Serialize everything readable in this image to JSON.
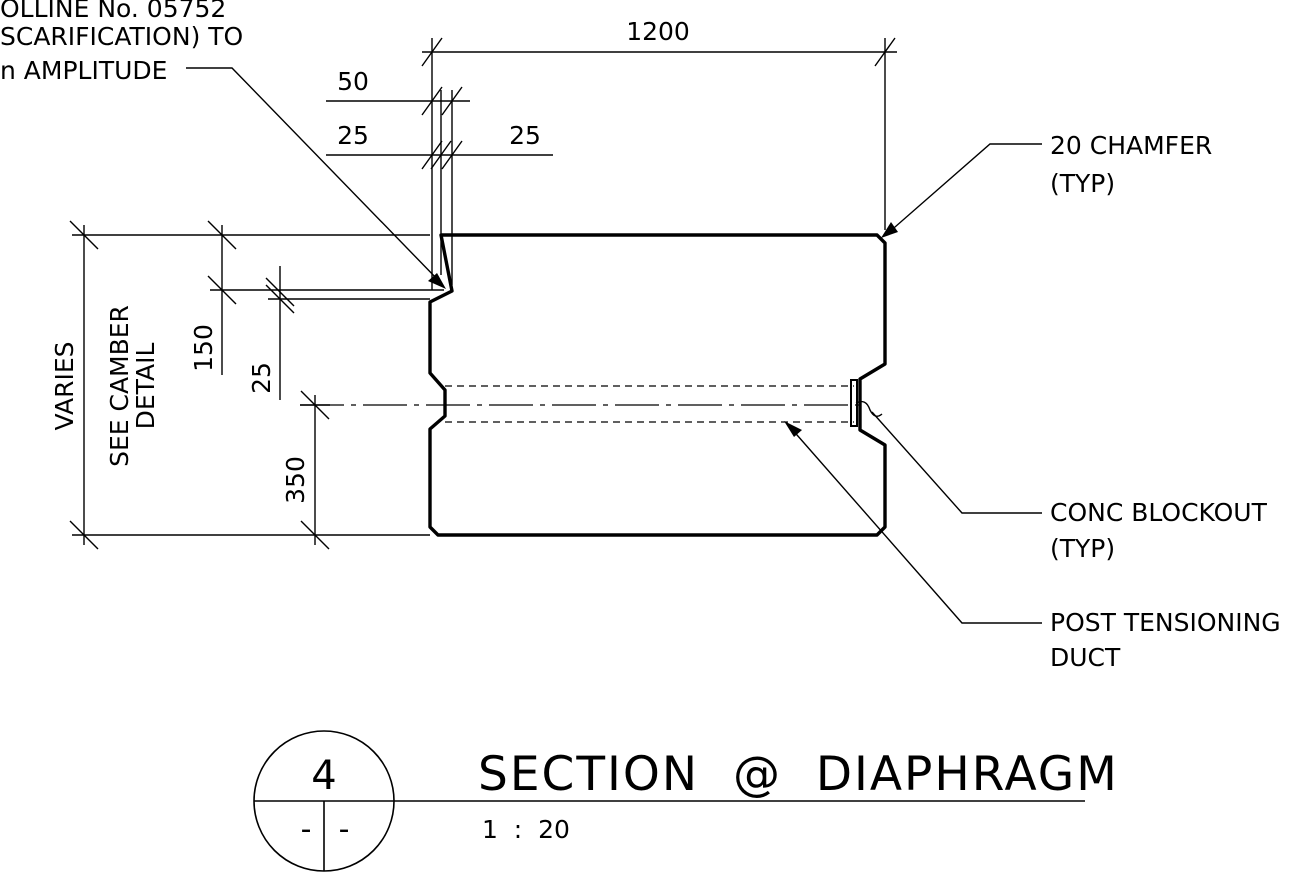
{
  "notes": {
    "top_left_line1": "OLLINE No. 05752",
    "top_left_line2": "SCARIFICATION) TO",
    "top_left_line3": "n AMPLITUDE",
    "chamfer_line1": "20  CHAMFER",
    "chamfer_line2": "(TYP)",
    "blockout_line1": "CONC  BLOCKOUT",
    "blockout_line2": "(TYP)",
    "duct_line1": "POST  TENSIONING",
    "duct_line2": "DUCT",
    "varies": "VARIES",
    "camber_line1": "SEE CAMBER",
    "camber_line2": "DETAIL"
  },
  "dimensions": {
    "width": "1200",
    "d50": "50",
    "d25_left": "25",
    "d25_right": "25",
    "d150": "150",
    "d25_vertical": "25",
    "d350": "350"
  },
  "title_block": {
    "detail_number": "4",
    "sheet_left": "-",
    "sheet_right": "-",
    "title": "SECTION  @  DIAPHRAGM",
    "scale": "1  :  20"
  },
  "colors": {
    "concrete_fill": "#e6e6e6",
    "line": "#000000"
  }
}
